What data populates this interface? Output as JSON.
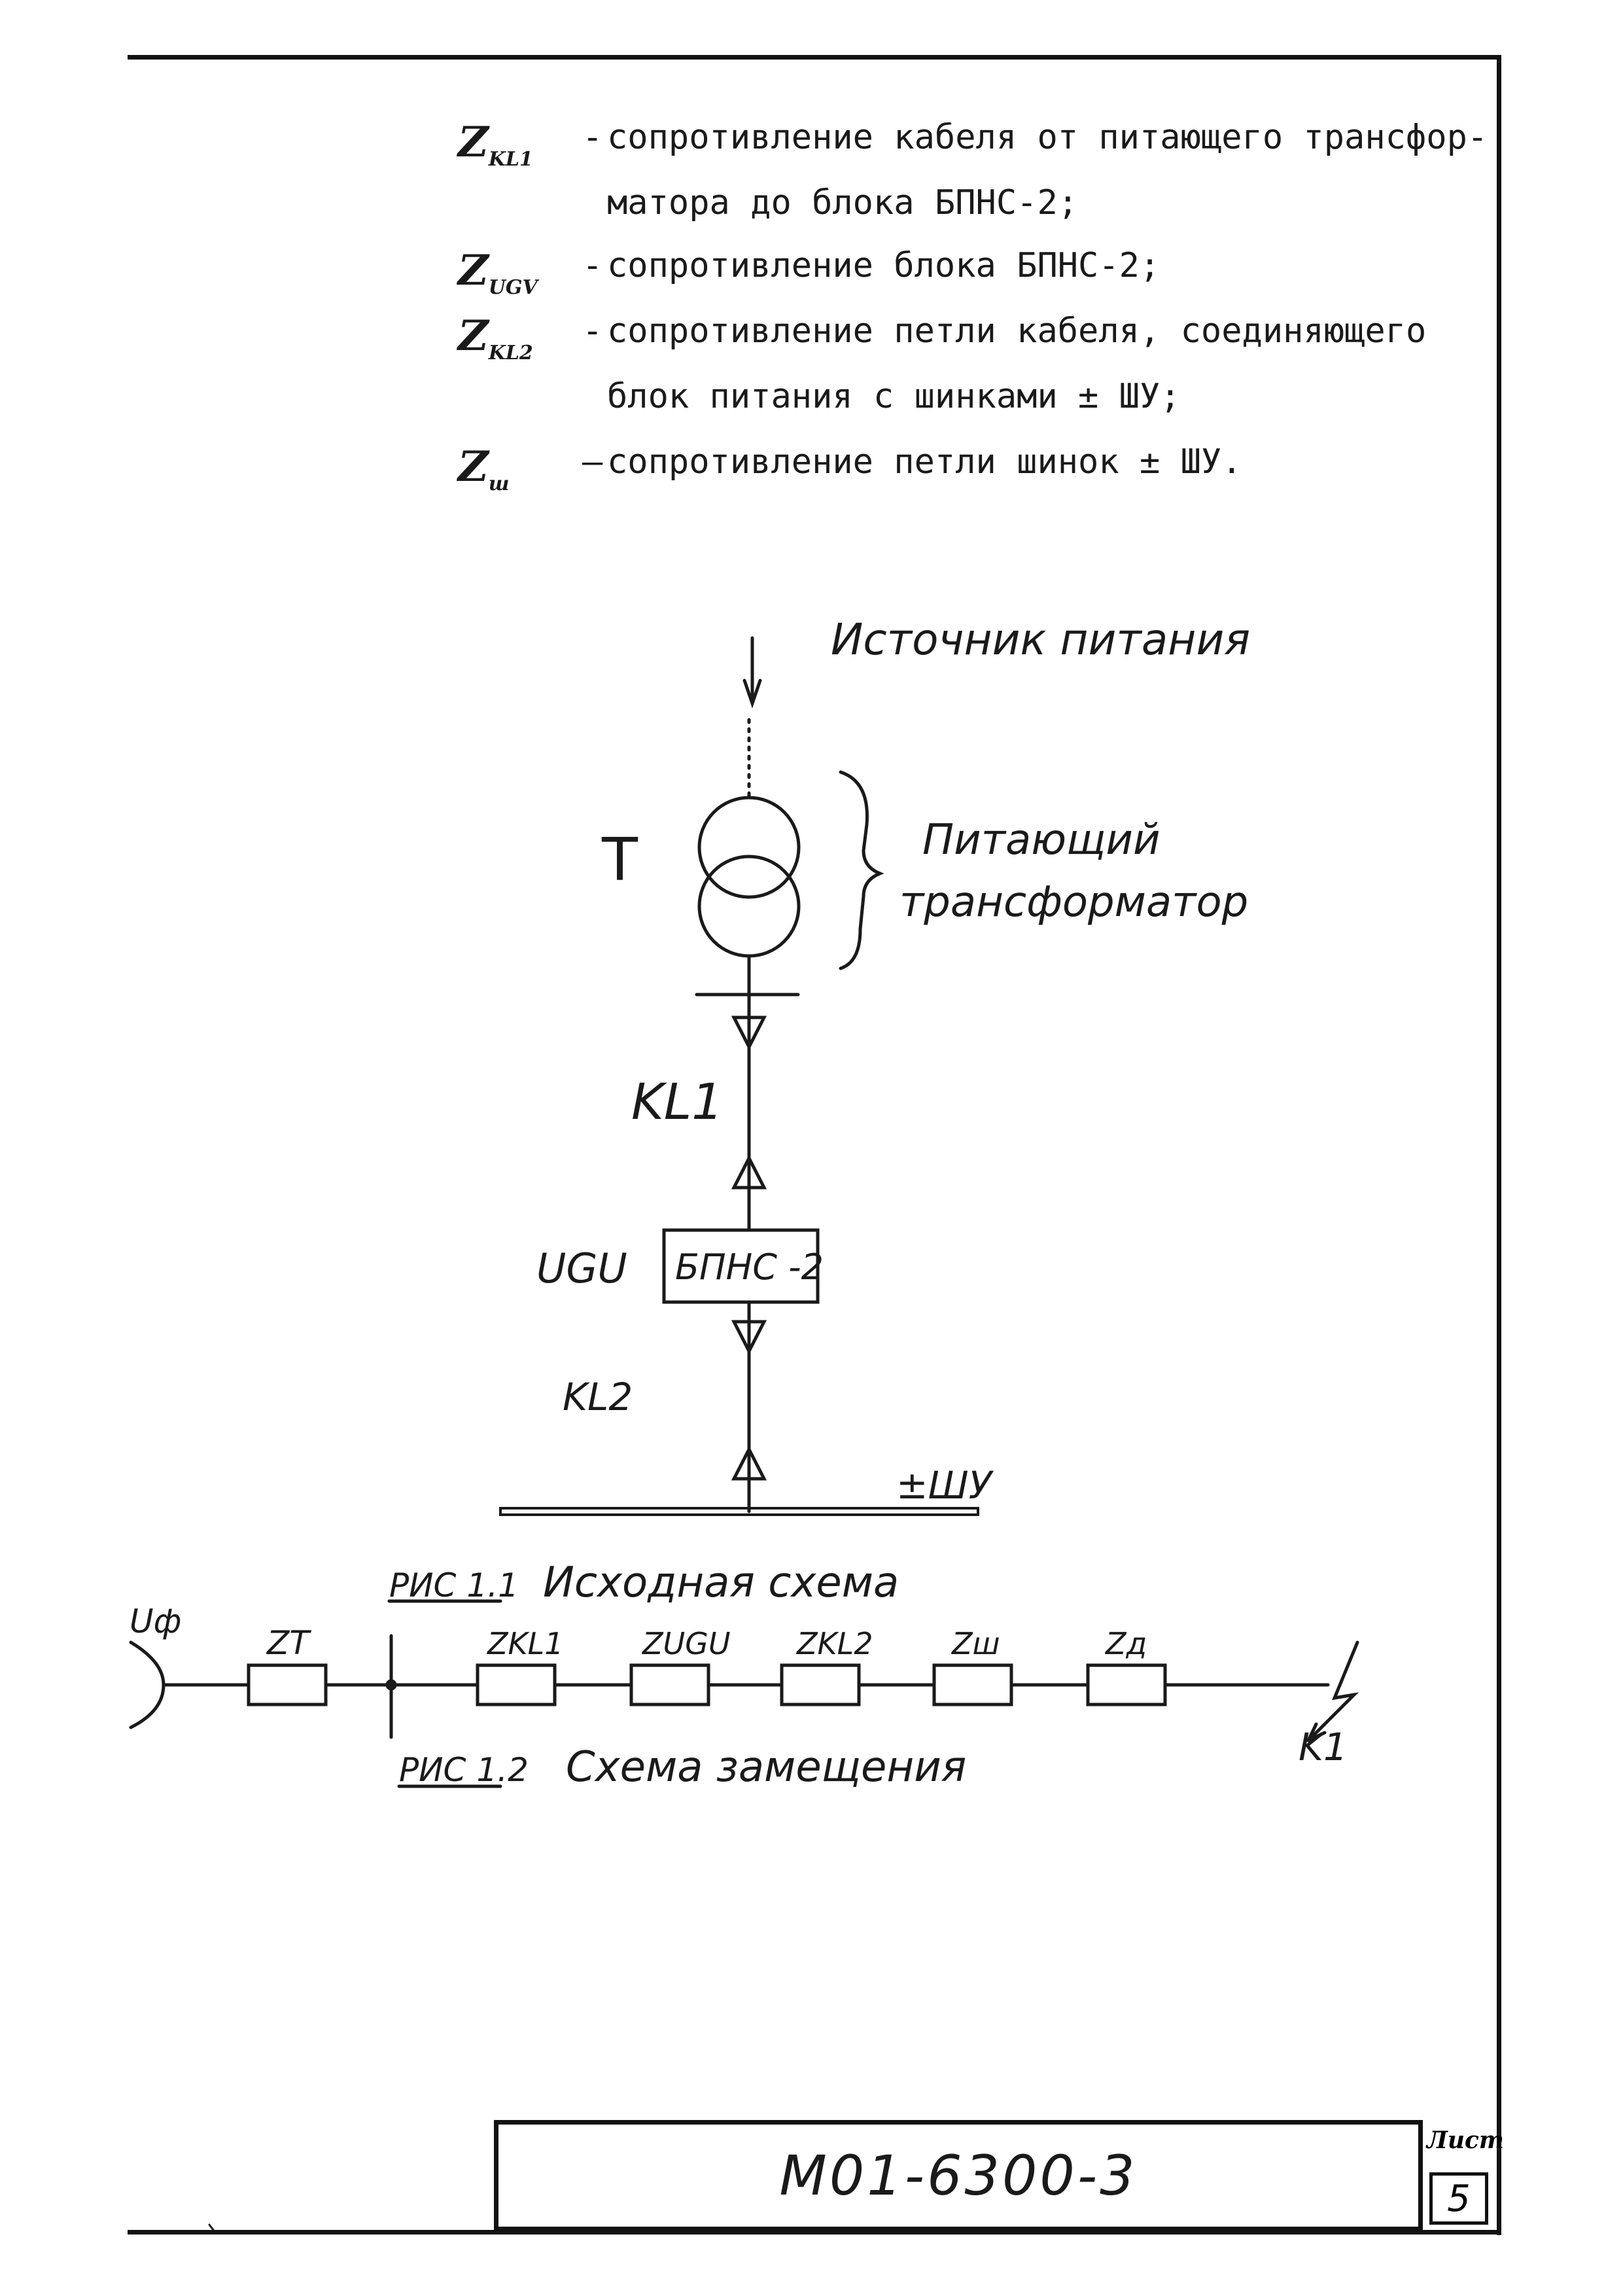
{
  "legend": [
    {
      "symbol": "Z",
      "sub": "KL1",
      "dash": "-",
      "line1": "сопротивление кабеля от питающего трансфор-",
      "line2": "матора до блока БПНС-2;"
    },
    {
      "symbol": "Z",
      "sub": "UGV",
      "dash": "-",
      "line1": "сопротивление блока БПНС-2;",
      "line2": ""
    },
    {
      "symbol": "Z",
      "sub": "KL2",
      "dash": "-",
      "line1": "сопротивление петли кабеля, соединяющего",
      "line2": "блок питания с шинками ± ШУ;"
    },
    {
      "symbol": "Z",
      "sub": "ш",
      "dash": "–",
      "line1": "сопротивление петли шинок ± ШУ.",
      "line2": ""
    }
  ],
  "fig1": {
    "source_label": "Источник питания",
    "transformer_label": "T",
    "transformer_desc_1": "Питающий",
    "transformer_desc_2": "трансформатор",
    "cable1_label": "KL1",
    "block_label": "UGU",
    "block_text": "БПНС -2",
    "cable2_label": "KL2",
    "bus_label": "±ШУ",
    "caption_num": "РИС 1.1",
    "caption_text": "Исходная схема"
  },
  "fig2": {
    "source_label": "Uф",
    "impedances": [
      "ZT",
      "ZKL1",
      "ZUGU",
      "ZKL2",
      "Zш",
      "Zд"
    ],
    "fault_label": "K1",
    "caption_num": "РИС 1.2",
    "caption_text": "Схема замещения"
  },
  "title_block": {
    "doc_code": "М01-6300-3",
    "sheet_label": "Лист",
    "sheet_number": "5"
  }
}
